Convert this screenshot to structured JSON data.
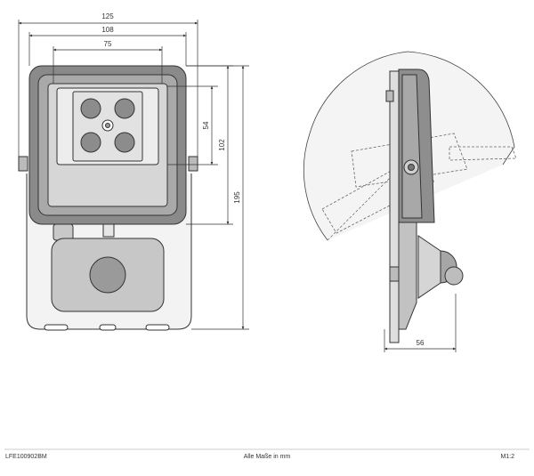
{
  "dimensions": {
    "width_overall": "125",
    "width_frame": "108",
    "width_led": "75",
    "height_led": "54",
    "height_frame": "102",
    "height_overall": "195",
    "depth": "56"
  },
  "footer": {
    "article_number": "LFE100902BM",
    "unit_note": "Alle Maße in mm",
    "scale": "M1:2"
  },
  "colors": {
    "line": "#333333",
    "fill_dark": "#777777",
    "fill_mid": "#9a9a9a",
    "fill_light": "#cfcfcf",
    "dashed": "#666666"
  }
}
